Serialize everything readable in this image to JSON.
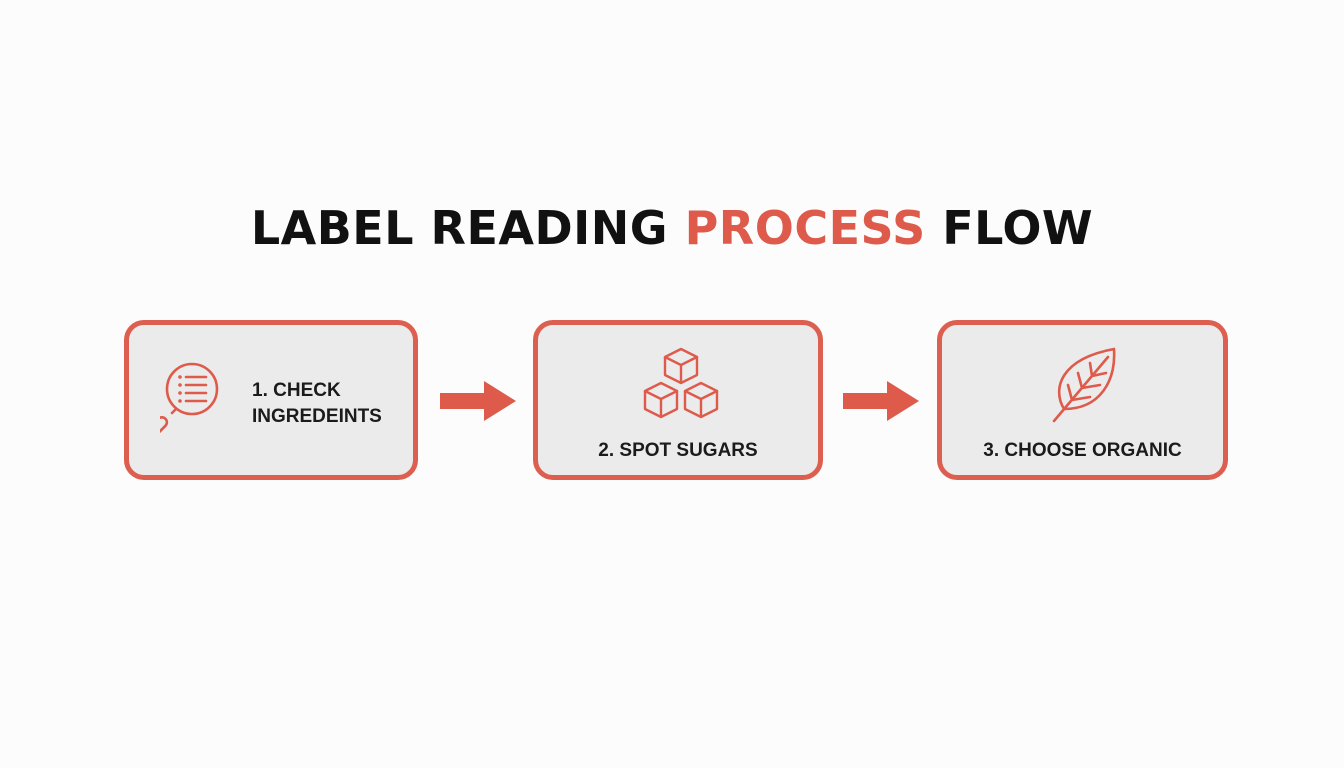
{
  "title": {
    "part1": "LABEL READING ",
    "part2": "PROCESS",
    "part3": " FLOW"
  },
  "colors": {
    "accent": "#de5a4a",
    "box_border": "#dd5f50",
    "box_fill": "#ebebeb",
    "text": "#111111"
  },
  "steps": [
    {
      "label_line1": "1. CHECK",
      "label_line2": "INGREDEINTS",
      "icon": "magnifier-list-icon"
    },
    {
      "label": "2. SPOT SUGARS",
      "icon": "sugar-cubes-icon"
    },
    {
      "label": "3. CHOOSE ORGANIC",
      "icon": "leaf-icon"
    }
  ],
  "connectors": [
    "arrow-right-icon",
    "arrow-right-icon"
  ]
}
